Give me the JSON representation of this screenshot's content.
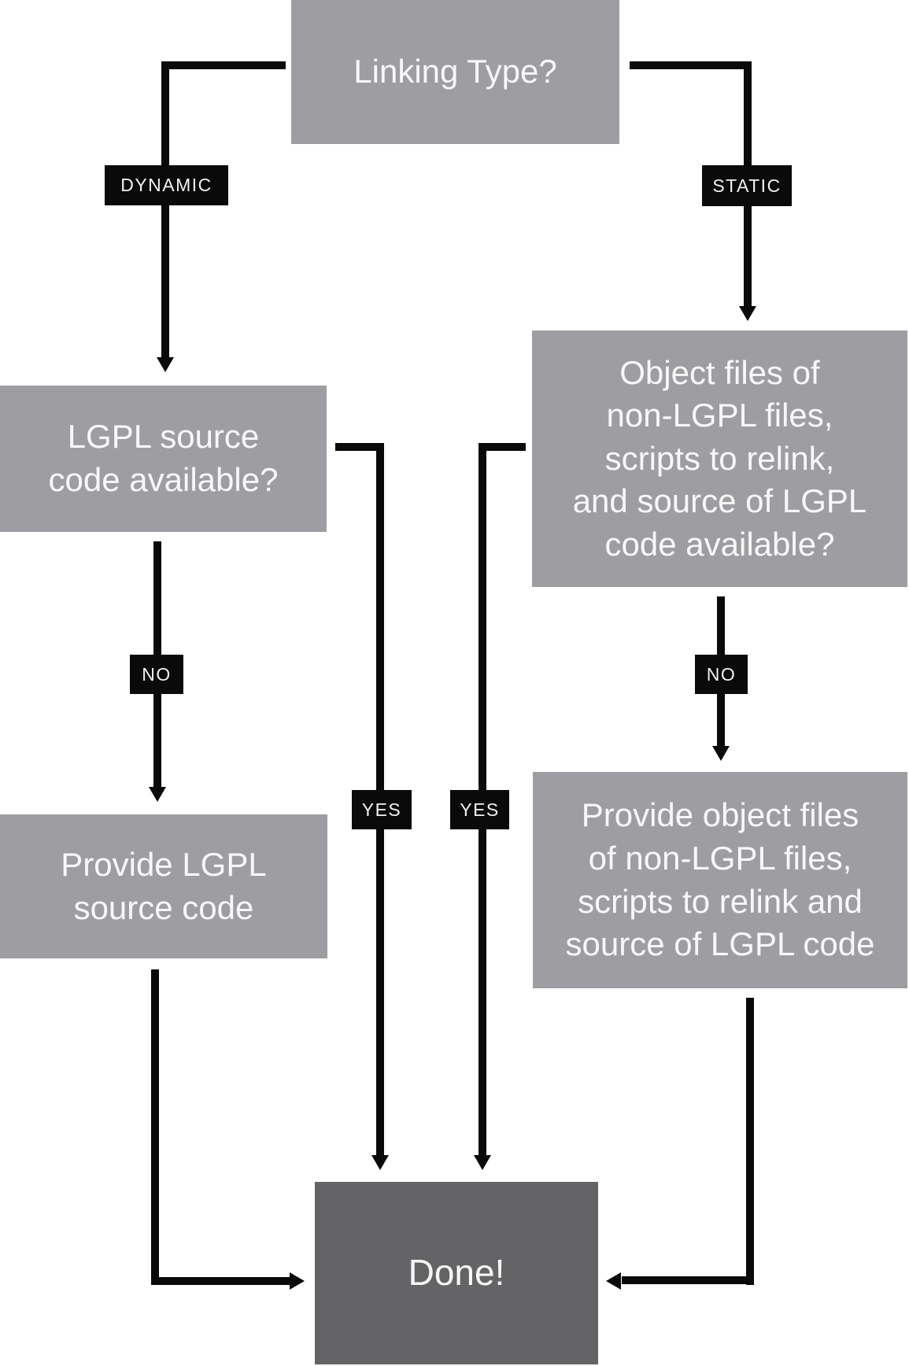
{
  "colors": {
    "node_fill": "#9e9ea2",
    "done_fill": "#646466",
    "connector": "#0a0a0a",
    "label_bg": "#0a0a0a",
    "text": "#f8f8f8"
  },
  "nodes": {
    "linking_type": {
      "label": "Linking Type?"
    },
    "lgpl_source_question": {
      "label": "LGPL source\ncode available?"
    },
    "static_question": {
      "label": "Object files of\nnon-LGPL files,\nscripts to relink,\nand source of LGPL\ncode available?"
    },
    "provide_lgpl": {
      "label": "Provide LGPL\nsource code"
    },
    "provide_object": {
      "label": "Provide object files\nof non-LGPL files,\nscripts to relink and\nsource of LGPL code"
    },
    "done": {
      "label": "Done!"
    }
  },
  "edge_labels": {
    "dynamic": "DYNAMIC",
    "static": "STATIC",
    "no_left": "NO",
    "no_right": "NO",
    "yes_left": "YES",
    "yes_right": "YES"
  }
}
